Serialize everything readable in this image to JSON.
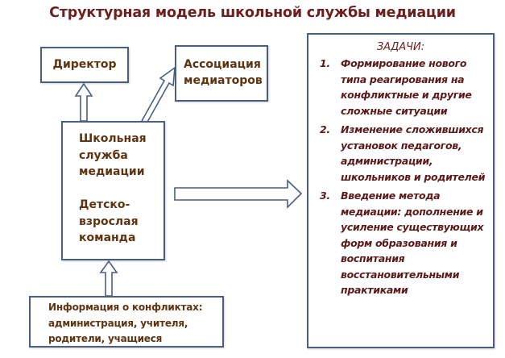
{
  "title": "Структурная модель школьной службы медиации",
  "nodes": {
    "director": {
      "label": "Директор"
    },
    "association": {
      "lines": [
        "Ассоциация",
        "медиаторов"
      ]
    },
    "school_service": {
      "lines": [
        "Школьная",
        "служба",
        "медиации"
      ],
      "lines2": [
        "Детско-",
        "взрослая",
        "команда"
      ]
    },
    "info": {
      "lines": [
        "Информация о конфликтах:",
        "администрация, учителя,",
        "родители, учащиеся"
      ]
    }
  },
  "tasks": {
    "heading": "ЗАДАЧИ:",
    "items": [
      {
        "num": "1.",
        "text": "Формирование нового типа реагирования на конфликтные и другие сложные ситуации"
      },
      {
        "num": "2.",
        "text": "Изменение сложившихся установок педагогов, администрации, школьников и родителей"
      },
      {
        "num": "3.",
        "text": "Введение метода медиации: дополнение и усиление существующих форм образования и воспитания восстановительными практиками"
      }
    ]
  },
  "edges": [
    {
      "from": "school_service",
      "to": "director"
    },
    {
      "from": "school_service",
      "to": "association"
    },
    {
      "from": "school_service",
      "to": "tasks"
    },
    {
      "from": "info",
      "to": "school_service"
    }
  ],
  "colors": {
    "title": "#6b1f1f",
    "text": "#5e3411",
    "border": "#4a5f7d"
  }
}
